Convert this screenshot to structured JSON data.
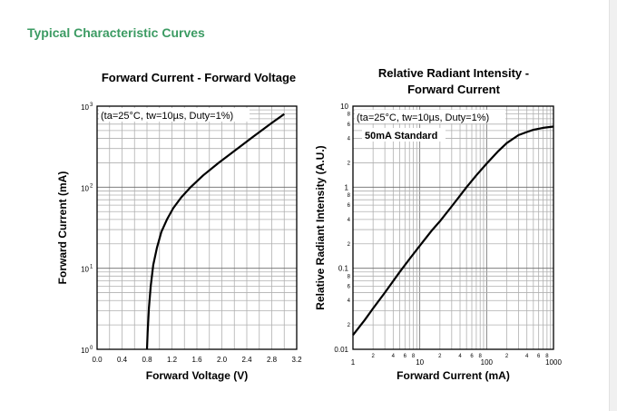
{
  "page": {
    "section_title": "Typical Characteristic Curves"
  },
  "chart_data": [
    {
      "type": "line",
      "title": "Forward Current - Forward Voltage",
      "xlabel": "Forward Voltage (V)",
      "ylabel": "Forward Current (mA)",
      "annotation": "(ta=25°C, tw=10µs, Duty=1%)",
      "xscale": "linear",
      "yscale": "log",
      "xlim": [
        0.0,
        3.2
      ],
      "ylim": [
        1,
        1000
      ],
      "x_ticks": [
        "0.0",
        "0.4",
        "0.8",
        "1.2",
        "1.6",
        "2.0",
        "2.4",
        "2.8",
        "3.2"
      ],
      "y_ticks": [
        {
          "base": "10",
          "exp": "0"
        },
        {
          "base": "10",
          "exp": "1"
        },
        {
          "base": "10",
          "exp": "2"
        },
        {
          "base": "10",
          "exp": "3"
        }
      ],
      "series": [
        {
          "x": [
            0.8,
            0.81,
            0.83,
            0.86,
            0.9,
            0.96,
            1.03,
            1.12,
            1.22,
            1.35,
            1.5,
            1.7,
            1.95,
            2.2,
            2.5,
            2.8,
            3.0
          ],
          "y": [
            1,
            1.6,
            3.2,
            6,
            11,
            18,
            28,
            40,
            55,
            75,
            100,
            140,
            200,
            280,
            420,
            620,
            800
          ]
        }
      ]
    },
    {
      "type": "line",
      "title_lines": [
        "Relative Radiant Intensity -",
        "Forward Current"
      ],
      "xlabel": "Forward Current (mA)",
      "ylabel": "Relative Radiant Intensity (A.U.)",
      "annotations": [
        "(ta=25°C, tw=10µs, Duty=1%)",
        "50mA Standard"
      ],
      "xscale": "log",
      "yscale": "log",
      "xlim": [
        1,
        1000
      ],
      "ylim": [
        0.01,
        10
      ],
      "x_major_ticks": [
        "1",
        "10",
        "100",
        "1000"
      ],
      "x_minor_ticks": [
        "2",
        "4",
        "6",
        "8"
      ],
      "y_major_ticks": [
        "0.01",
        "0.1",
        "1",
        "10"
      ],
      "y_minor_ticks": [
        "2",
        "4",
        "6",
        "8"
      ],
      "series": [
        {
          "x": [
            1,
            1.5,
            2,
            3,
            5,
            7,
            10,
            15,
            20,
            30,
            50,
            70,
            100,
            150,
            200,
            300,
            400,
            500,
            700,
            1000
          ],
          "y": [
            0.015,
            0.023,
            0.032,
            0.05,
            0.09,
            0.13,
            0.19,
            0.29,
            0.38,
            0.58,
            1.0,
            1.4,
            1.95,
            2.8,
            3.5,
            4.4,
            4.8,
            5.1,
            5.4,
            5.6
          ]
        }
      ]
    }
  ]
}
